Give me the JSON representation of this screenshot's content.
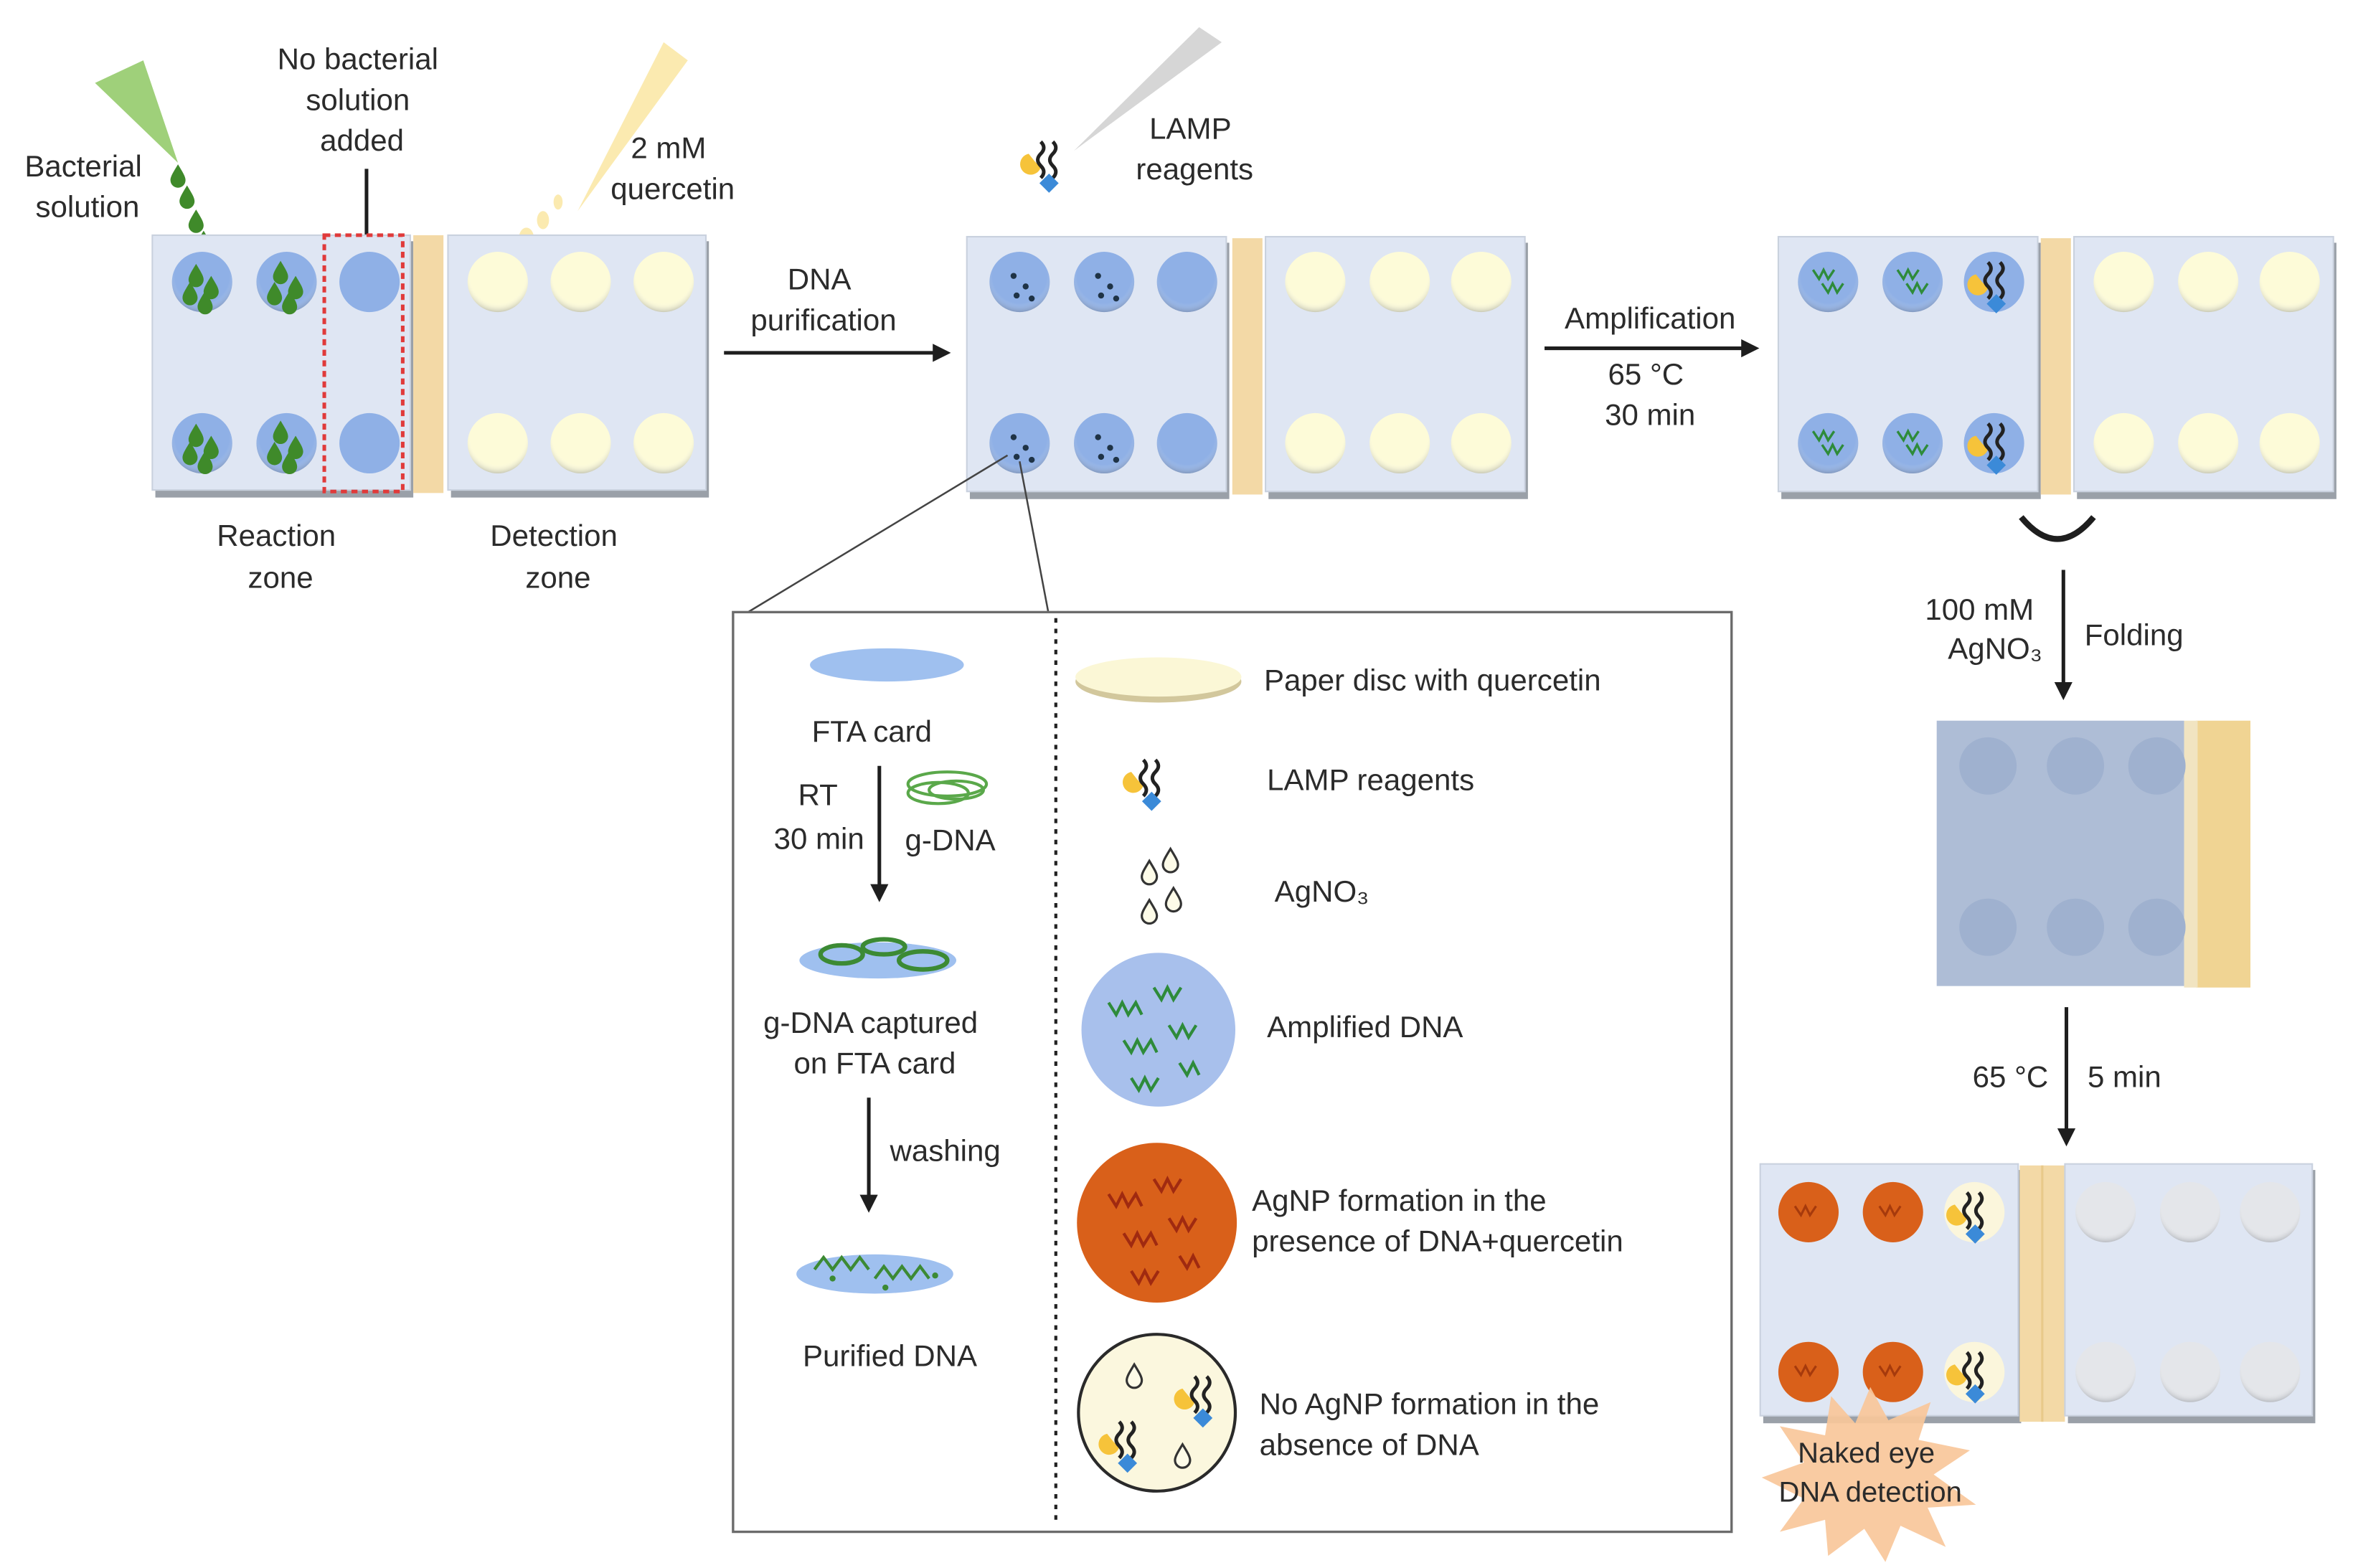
{
  "figure": {
    "title": "Paper-based LAMP device workflow for naked-eye DNA detection",
    "colors": {
      "chip": "#dfe6f3",
      "divider": "#f3d9a6",
      "reaction_well": "#8fb0e6",
      "quercetin_well": "#fdfbd8",
      "agnp_well": "#d9601a",
      "dna_green": "#2e8b3a",
      "folded_chip": "#aebdd6",
      "starburst": "#f8c79a",
      "dashed_box": "#e03a3a"
    },
    "step1": {
      "pipette_bacterial": "Bacterial solution",
      "pipette_bacterial_lines": [
        "Bacterial",
        "solution"
      ],
      "no_bacteria_lines": [
        "No bacterial",
        "solution",
        "added"
      ],
      "quercetin_lines": [
        "2 mM",
        "quercetin"
      ],
      "reaction_zone_lines": [
        "Reaction",
        "zone"
      ],
      "detection_zone_lines": [
        "Detection",
        "zone"
      ]
    },
    "arrow1": {
      "lines": [
        "DNA",
        "purification"
      ]
    },
    "step2": {
      "reagent_lines": [
        "LAMP",
        "reagents"
      ]
    },
    "arrow2": {
      "above": "Amplification",
      "below_lines": [
        "65 °C",
        "30 min"
      ]
    },
    "arrow3": {
      "left_lines": [
        "100 mM",
        "AgNO₃"
      ],
      "right": "Folding"
    },
    "arrow4": {
      "left": "65 °C",
      "right": "5 min"
    },
    "result": {
      "burst_lines": [
        "Naked eye",
        "DNA detection"
      ]
    },
    "inset": {
      "purification": {
        "fta_card": "FTA card",
        "rt_lines": [
          "RT",
          "30 min"
        ],
        "gdna": "g-DNA",
        "captured_lines": [
          "g-DNA captured",
          "on FTA card"
        ],
        "washing": "washing",
        "purified": "Purified DNA"
      },
      "legend": [
        {
          "icon": "paper-disc-icon",
          "lines": [
            "Paper disc with quercetin"
          ]
        },
        {
          "icon": "lamp-reagents-icon",
          "lines": [
            "LAMP reagents"
          ]
        },
        {
          "icon": "agno3-drops-icon",
          "lines": [
            "AgNO₃"
          ]
        },
        {
          "icon": "amplified-dna-icon",
          "lines": [
            "Amplified DNA"
          ]
        },
        {
          "icon": "agnp-formation-icon",
          "lines": [
            "AgNP formation in the",
            "presence of DNA+quercetin"
          ]
        },
        {
          "icon": "no-agnp-icon",
          "lines": [
            "No AgNP formation in the",
            "absence of DNA"
          ]
        }
      ]
    }
  }
}
